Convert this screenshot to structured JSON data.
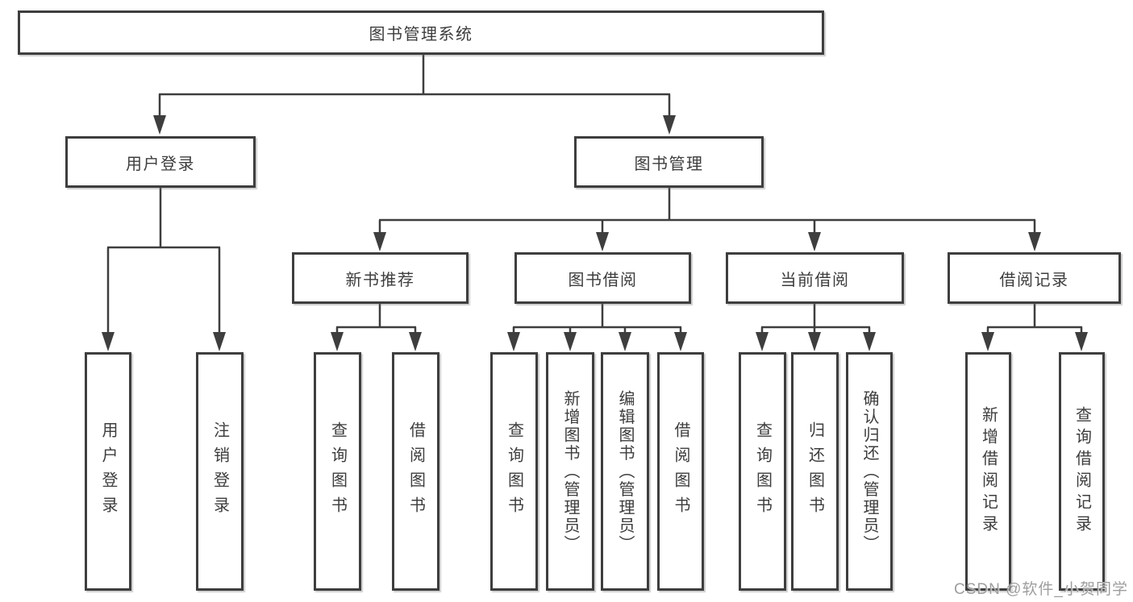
{
  "diagram": {
    "type": "tree",
    "root": {
      "label": "图书管理系统"
    },
    "branches": [
      {
        "label": "用户登录",
        "children": [
          {
            "label": "用户登录"
          },
          {
            "label": "注销登录"
          }
        ]
      },
      {
        "label": "图书管理",
        "children": [
          {
            "label": "新书推荐",
            "children": [
              {
                "label": "查询图书"
              },
              {
                "label": "借阅图书"
              }
            ]
          },
          {
            "label": "图书借阅",
            "children": [
              {
                "label": "查询图书"
              },
              {
                "label": "新增图书（管理员）"
              },
              {
                "label": "编辑图书（管理员）"
              },
              {
                "label": "借阅图书"
              }
            ]
          },
          {
            "label": "当前借阅",
            "children": [
              {
                "label": "查询图书"
              },
              {
                "label": "归还图书"
              },
              {
                "label": "确认归还（管理员）"
              }
            ]
          },
          {
            "label": "借阅记录",
            "children": [
              {
                "label": "新增借阅记录"
              },
              {
                "label": "查询借阅记录"
              }
            ]
          }
        ]
      }
    ]
  },
  "watermark": {
    "text": "CSDN @软件_小贺同学"
  },
  "colors": {
    "line": "#3e3e3e",
    "box_border": "#3e3e3e",
    "text": "#3d3d3d",
    "watermark": "#9e9e9e",
    "background": "#ffffff"
  }
}
